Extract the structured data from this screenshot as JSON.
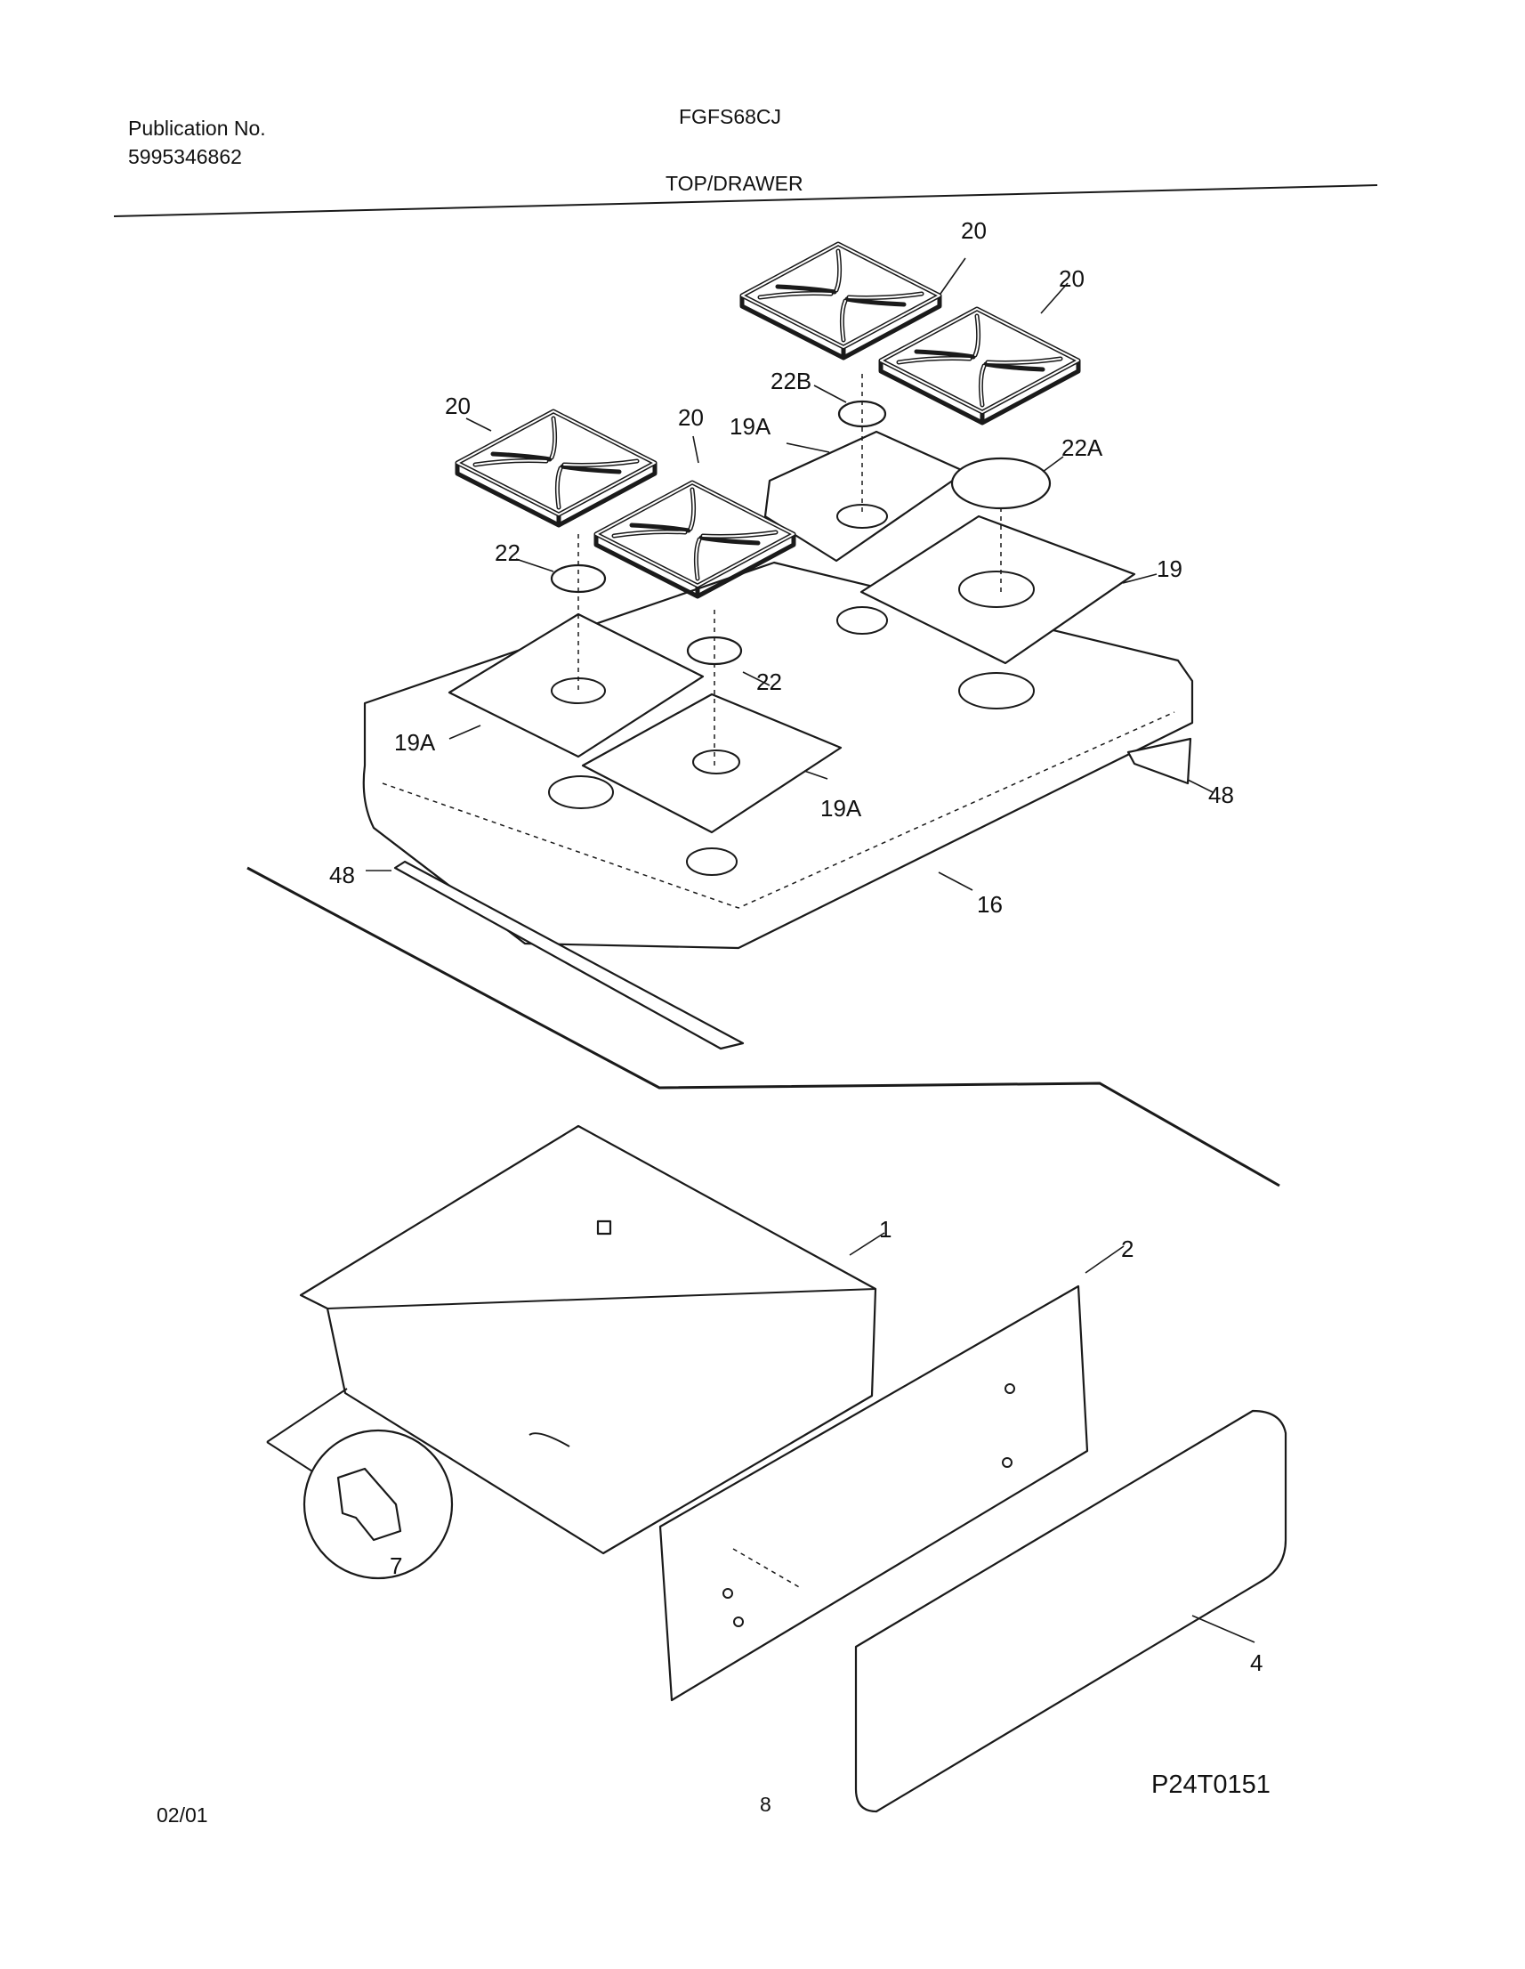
{
  "header": {
    "publication_label": "Publication No.",
    "publication_number": "5995346862",
    "model": "FGFS68CJ",
    "section": "TOP/DRAWER"
  },
  "footer": {
    "date": "02/01",
    "page_number": "8",
    "figure_code": "P24T0151"
  },
  "callouts": {
    "grate_rear_left": "20",
    "grate_rear_right": "20",
    "grate_front_left": "20",
    "grate_front_right": "20",
    "cap_22b": "22B",
    "cap_22a": "22A",
    "cap_22_left": "22",
    "cap_22_center": "22",
    "pan_19a_rear": "19A",
    "pan_19a_left": "19A",
    "pan_19a_front": "19A",
    "pan_19": "19",
    "trim_48_right": "48",
    "trim_48_left": "48",
    "maintop_16": "16",
    "drawer_body_1": "1",
    "drawer_front_2": "2",
    "drawer_panel_4": "4",
    "bracket_7": "7"
  }
}
